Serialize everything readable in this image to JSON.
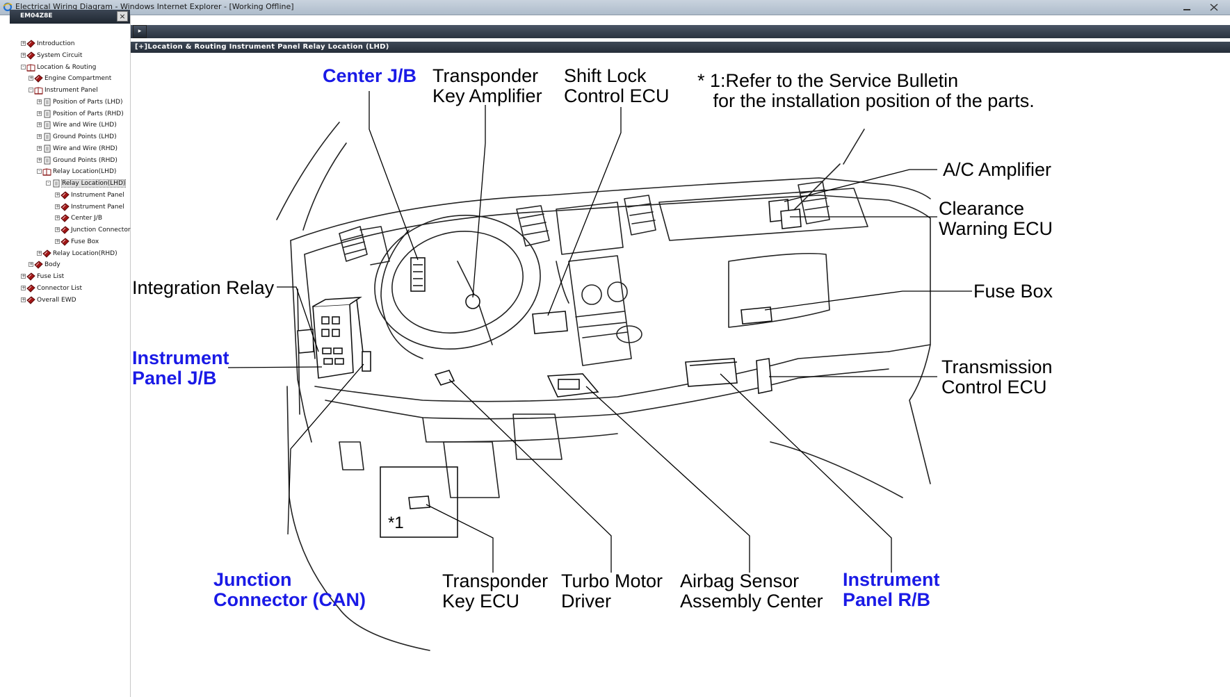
{
  "window": {
    "title": "Electrical Wiring Diagram - Windows Internet Explorer - [Working Offline]"
  },
  "pane": {
    "id": "EM04Z8E",
    "close_glyph": "×",
    "nav_glyph": "▸"
  },
  "breadcrumb": "[+]Location & Routing  Instrument Panel  Relay Location (LHD)",
  "tree": [
    {
      "label": "Introduction"
    },
    {
      "label": "System Circuit"
    },
    {
      "label": "Location & Routing"
    },
    {
      "label": "Engine Compartment"
    },
    {
      "label": "Instrument Panel"
    },
    {
      "label": "Position of Parts (LHD)"
    },
    {
      "label": "Position of Parts (RHD)"
    },
    {
      "label": "Wire and Wire (LHD)"
    },
    {
      "label": "Ground Points (LHD)"
    },
    {
      "label": "Wire and Wire (RHD)"
    },
    {
      "label": "Ground Points (RHD)"
    },
    {
      "label": "Relay Location(LHD)"
    },
    {
      "label": "Relay Location(LHD)"
    },
    {
      "label": "Instrument Panel"
    },
    {
      "label": "Instrument Panel"
    },
    {
      "label": "Center J/B"
    },
    {
      "label": "Junction Connector"
    },
    {
      "label": "Fuse Box"
    },
    {
      "label": "Relay Location(RHD)"
    },
    {
      "label": "Body"
    },
    {
      "label": "Fuse List"
    },
    {
      "label": "Connector List"
    },
    {
      "label": "Overall EWD"
    }
  ],
  "labels": {
    "center_jb": "Center J/B",
    "transponder_amp": "Transponder\nKey Amplifier",
    "shift_lock": "Shift Lock\nControl ECU",
    "note": "* 1:Refer to the Service Bulletin\n   for the installation position of the parts.",
    "ac_amp": "A/C Amplifier",
    "clearance": "Clearance\nWarning ECU",
    "integration_relay": "Integration Relay",
    "fuse_box": "Fuse Box",
    "instrument_jb": "Instrument\nPanel J/B",
    "transmission": "Transmission\nControl ECU",
    "star1": "*1",
    "junction_can": "Junction\nConnector (CAN)",
    "transponder_ecu": "Transponder\nKey ECU",
    "turbo": "Turbo Motor\nDriver",
    "airbag": "Airbag Sensor\nAssembly Center",
    "instrument_rb": "Instrument\nPanel R/B"
  },
  "colors": {
    "highlight_label": "#1a1ae6",
    "header_bar": "#2a3340"
  }
}
